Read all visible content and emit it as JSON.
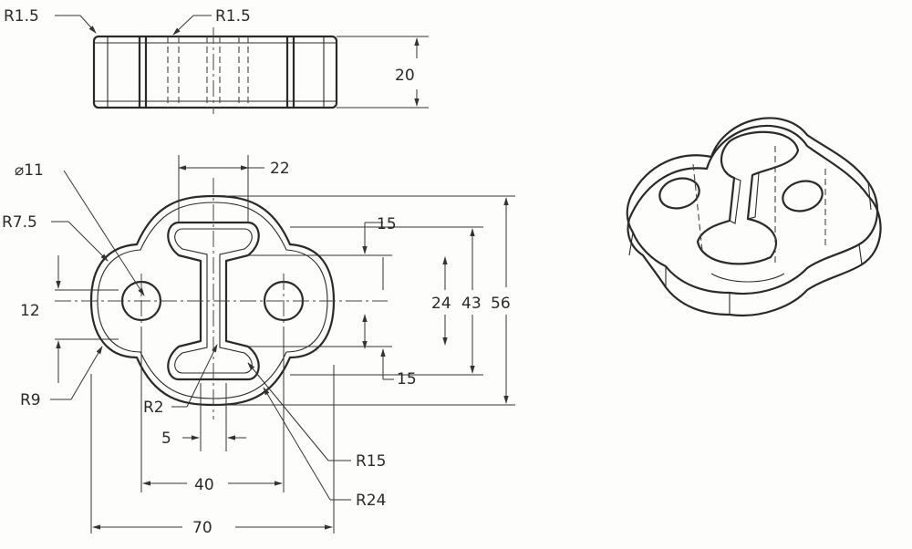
{
  "drawing": {
    "top_view": {
      "radius_left_label": "R1.5",
      "radius_right_label": "R1.5",
      "height_label": "20"
    },
    "front_view": {
      "hole_diameter_label": "⌀11",
      "fillet_label": "R7.5",
      "corner_label": "R9",
      "inner_fillet_label": "R2",
      "center_gap_label": "12",
      "slot_width_label": "22",
      "slot_top_label": "15",
      "slot_bottom_label": "15",
      "inner_height_label": "24",
      "height_43_label": "43",
      "height_56_label": "56",
      "web_label": "5",
      "hole_spacing_label": "40",
      "overall_width_label": "70",
      "radius_15_label": "R15",
      "radius_24_label": "R24"
    }
  }
}
